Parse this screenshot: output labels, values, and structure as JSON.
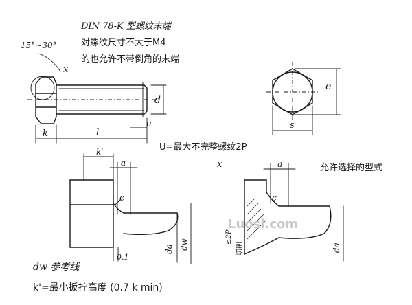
{
  "note_lines": [
    "DIN 78-K 型螺纹末端",
    "对螺纹尺寸不大于M4",
    "的也允许不带倒角的末端"
  ],
  "angle_label": "15°~30°",
  "x_mark": "x",
  "dims": {
    "d": "d",
    "k": "k",
    "l": "l",
    "u": "u",
    "s": "s",
    "e": "e",
    "k_prime": "k'",
    "a": "a",
    "c": "c",
    "da": "da",
    "dw": "dw",
    "dim_01": "0.1",
    "dim_25p": "≤2P",
    "dim_cut": "切削",
    "a2": "a",
    "c2": "c",
    "da2": "da"
  },
  "u_note": "U=最大不完整螺纹2P",
  "center_x": "x",
  "alt_form": "允许选择的型式",
  "watermark": "Luosi.com",
  "legend_dw": "dw  参考线",
  "legend_k": "k'=最小扳拧高度 (0.7 k min)"
}
